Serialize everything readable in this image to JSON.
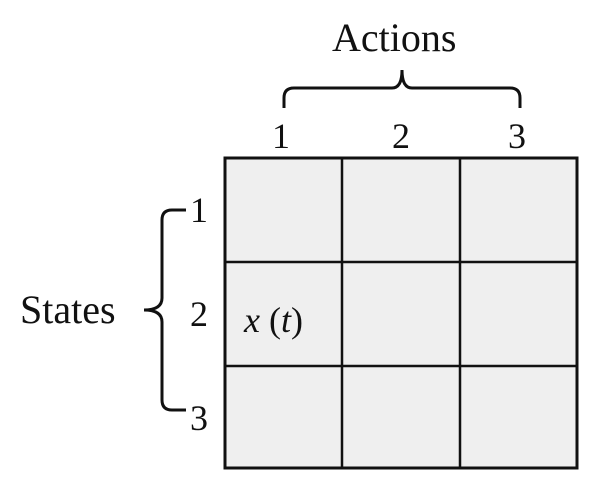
{
  "actions_label": "Actions",
  "states_label": "States",
  "action_numbers": [
    "1",
    "2",
    "3"
  ],
  "state_numbers": [
    "1",
    "2",
    "3"
  ],
  "grid": {
    "rows": 3,
    "cols": 3,
    "cell_fill": "#efefef",
    "line_color": "#111111"
  },
  "cells": [
    [
      "",
      "",
      ""
    ],
    [
      "x (t)",
      "",
      ""
    ],
    [
      "",
      "",
      ""
    ]
  ],
  "highlight_cell": {
    "row": 2,
    "col": 1,
    "var": "x",
    "arg": "t"
  }
}
